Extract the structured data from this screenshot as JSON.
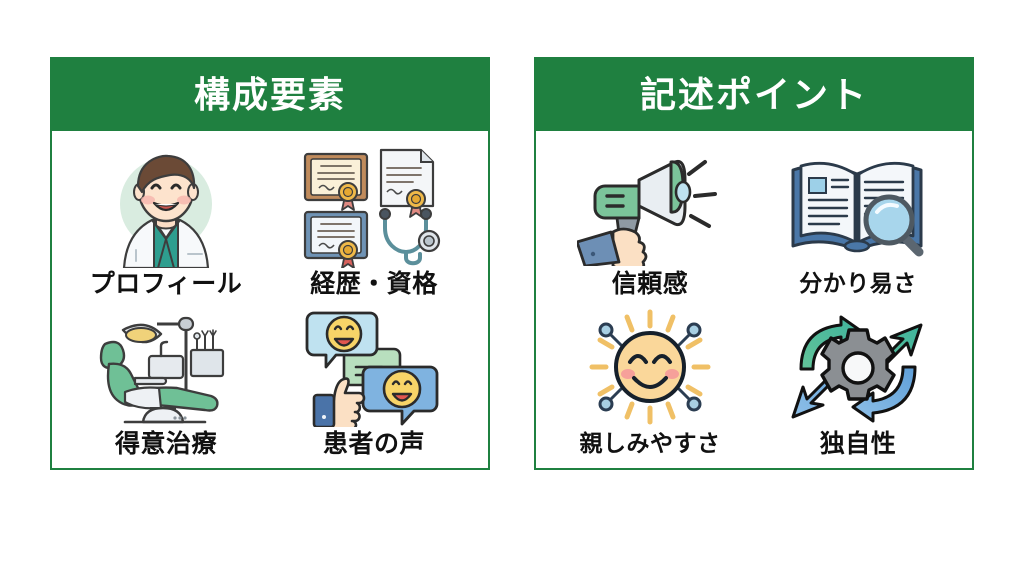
{
  "layout": {
    "background_color": "#ffffff",
    "accent_green": "#1f8040",
    "label_color": "#111111",
    "header_text_color": "#ffffff"
  },
  "panels": [
    {
      "id": "composition-elements",
      "title": "構成要素",
      "items": [
        {
          "label": "プロフィール",
          "icon": "doctor-profile-icon"
        },
        {
          "label": "経歴・資格",
          "icon": "certificates-stethoscope-icon"
        },
        {
          "label": "得意治療",
          "icon": "dental-chair-icon"
        },
        {
          "label": "患者の声",
          "icon": "speech-bubbles-thumbsup-icon"
        }
      ]
    },
    {
      "id": "writing-points",
      "title": "記述ポイント",
      "items": [
        {
          "label": "信頼感",
          "icon": "megaphone-hand-icon"
        },
        {
          "label": "分かり易さ",
          "icon": "open-book-magnifier-icon"
        },
        {
          "label": "親しみやすさ",
          "icon": "smiling-sun-icon"
        },
        {
          "label": "独自性",
          "icon": "gear-arrows-icon"
        }
      ]
    }
  ]
}
